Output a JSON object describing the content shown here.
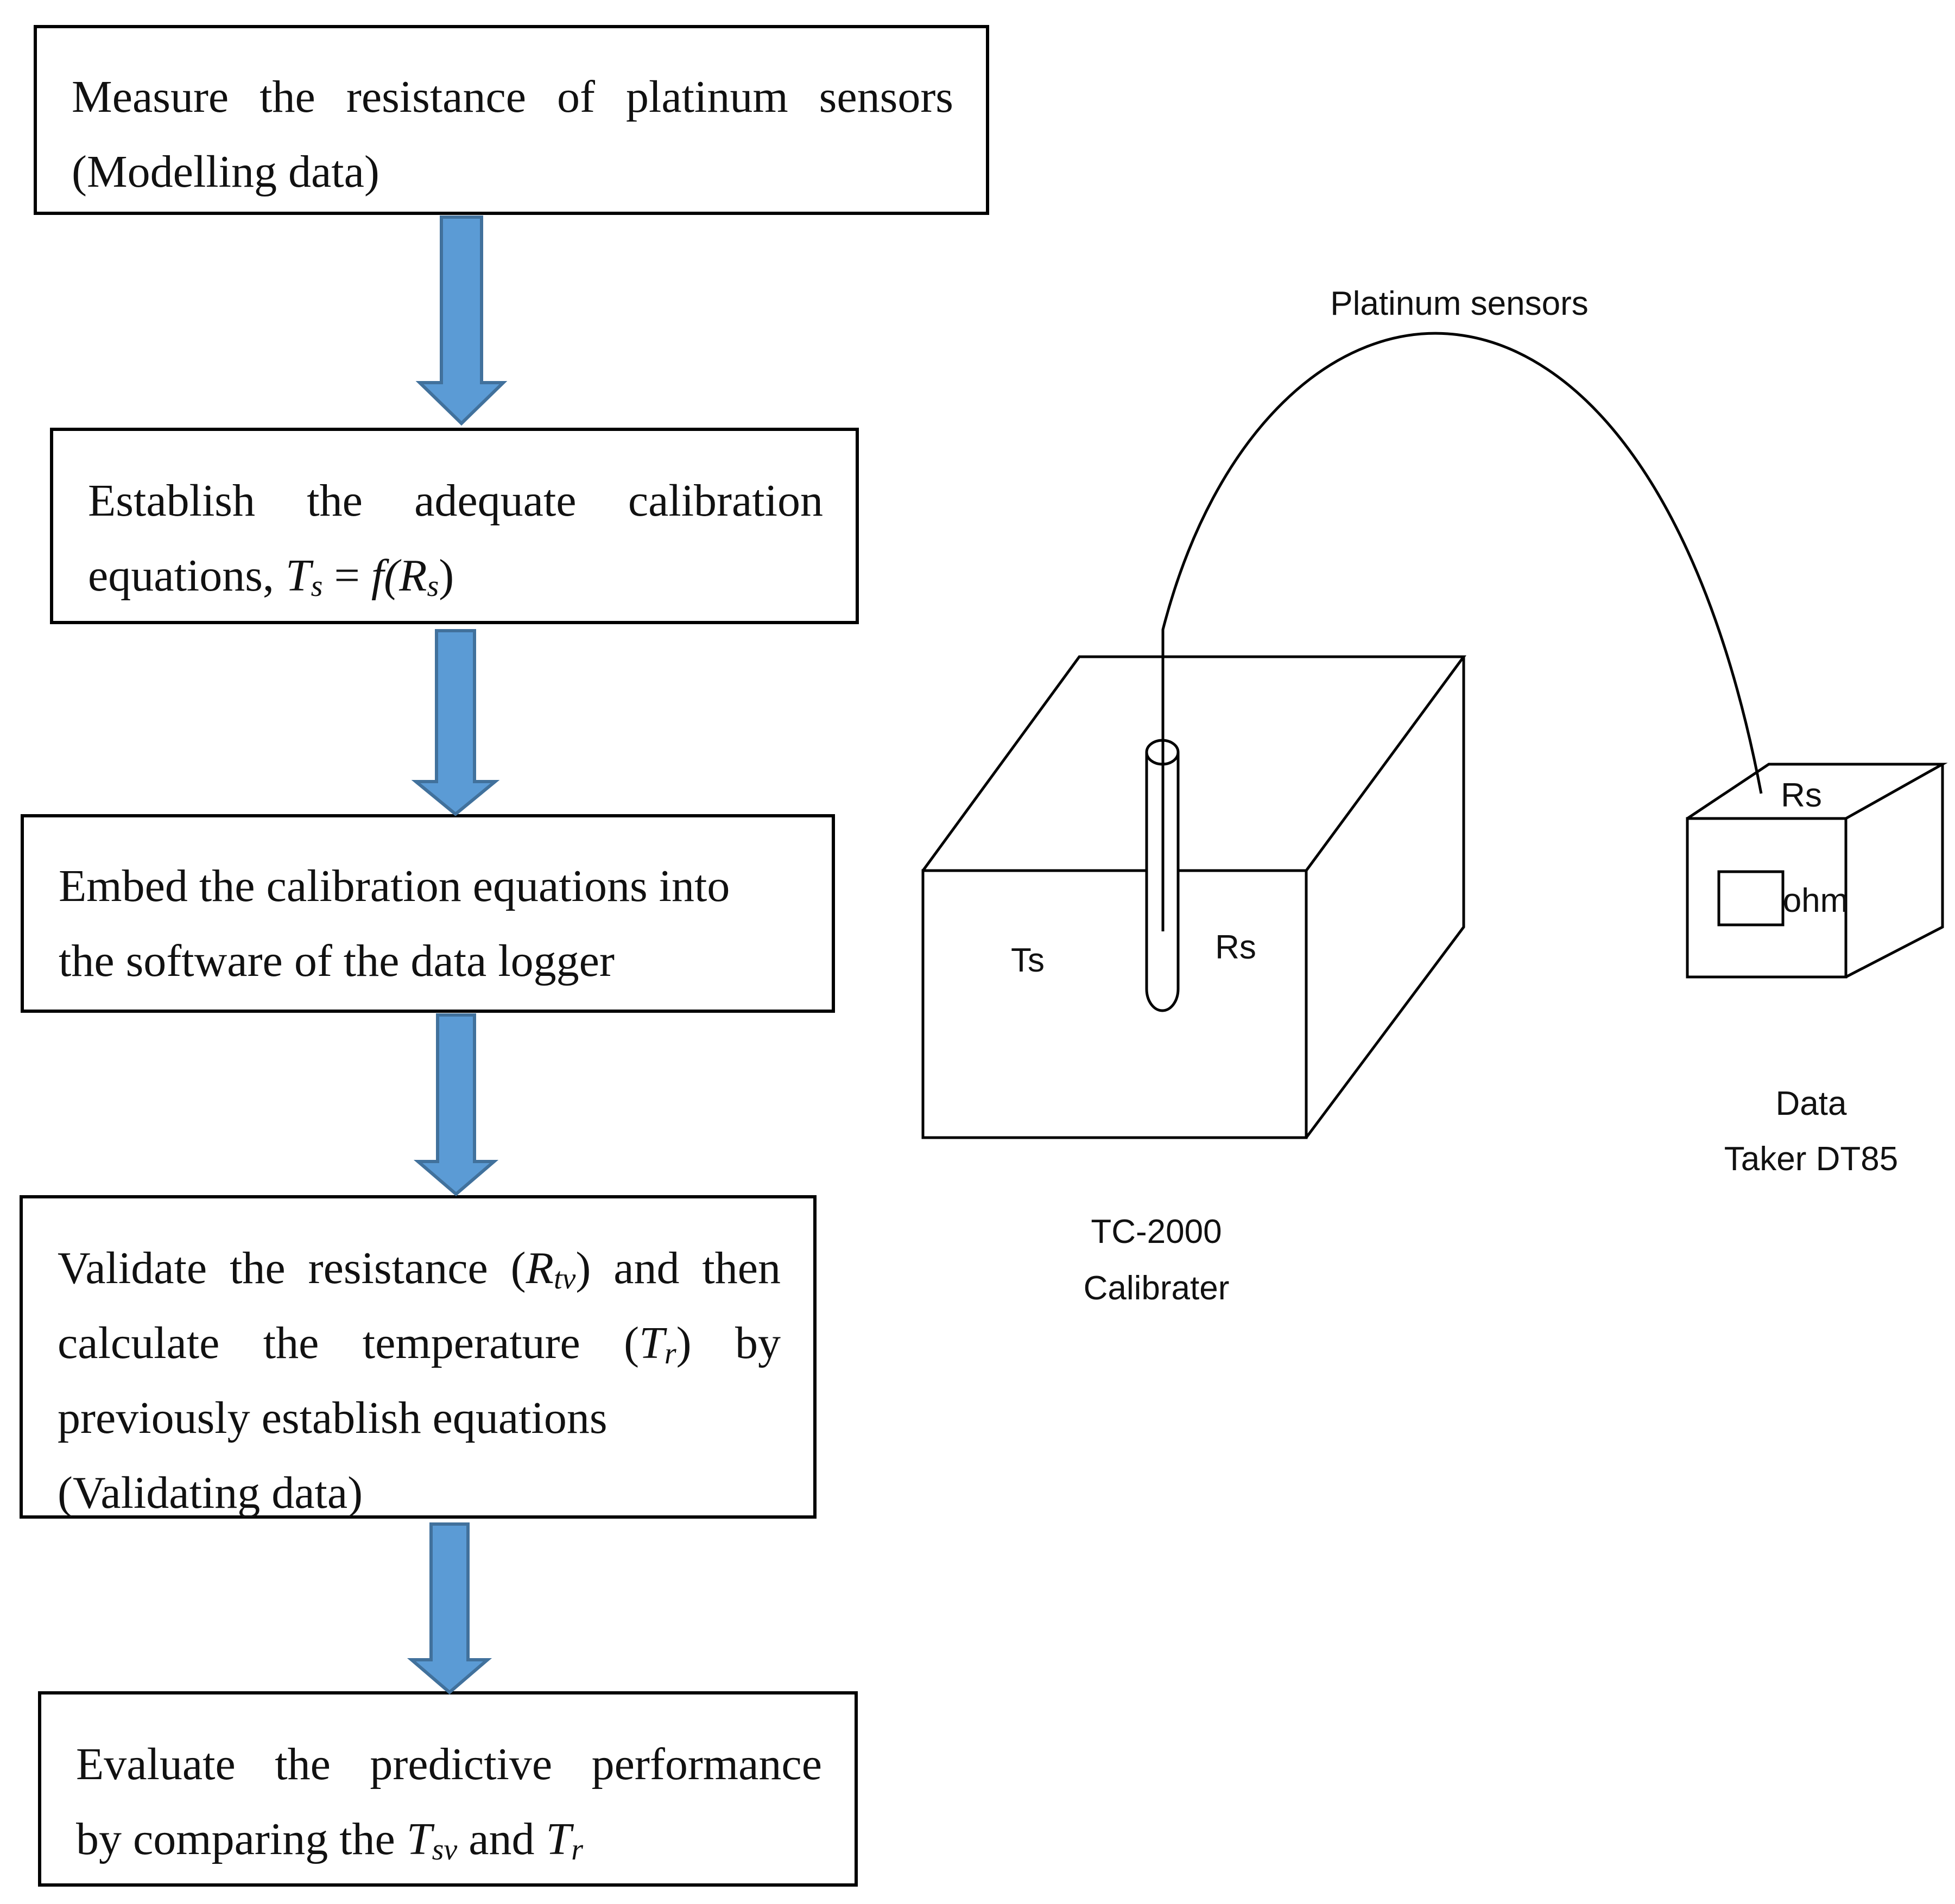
{
  "flowchart": {
    "step1": {
      "line1": "Measure the resistance of platinum sensors",
      "line2": "(Modelling data)"
    },
    "step2": {
      "line1": "Establish the adequate calibration",
      "line2_text": "equations, ",
      "eq": {
        "T": "T",
        "s": "s",
        "eq": " = ",
        "f": "f",
        "open": "(",
        "R": "R",
        "close": ")"
      }
    },
    "step3": {
      "line1": "Embed the calibration equations into",
      "line2": "the software of the data logger"
    },
    "step4": {
      "line1_a": "Validate the resistance (",
      "line1_var": "R",
      "line1_sub": "tv",
      "line1_b": ") and then",
      "line2_a": "calculate the temperature (",
      "line2_var": "T",
      "line2_sub": "r",
      "line2_b": ") by",
      "line3": "previously establish equations",
      "line4": "(Validating data)"
    },
    "step5": {
      "line1": "Evaluate the predictive performance",
      "line2_a": "by comparing the ",
      "var1": "T",
      "sub1": "sv",
      "and": " and ",
      "var2": "T",
      "sub2": "r"
    }
  },
  "apparatus": {
    "sensor_label": "Platinum sensors",
    "calibrator": {
      "ts_label": "Ts",
      "rs_label": "Rs",
      "name_line1": "TC-2000",
      "name_line2": "Calibrater"
    },
    "logger": {
      "rs_label": "Rs",
      "unit": "ohm",
      "name_line1": "Data",
      "name_line2": "Taker DT85"
    }
  },
  "colors": {
    "arrow_fill": "#5b9bd5",
    "arrow_stroke": "#41719c",
    "line": "#000000"
  }
}
